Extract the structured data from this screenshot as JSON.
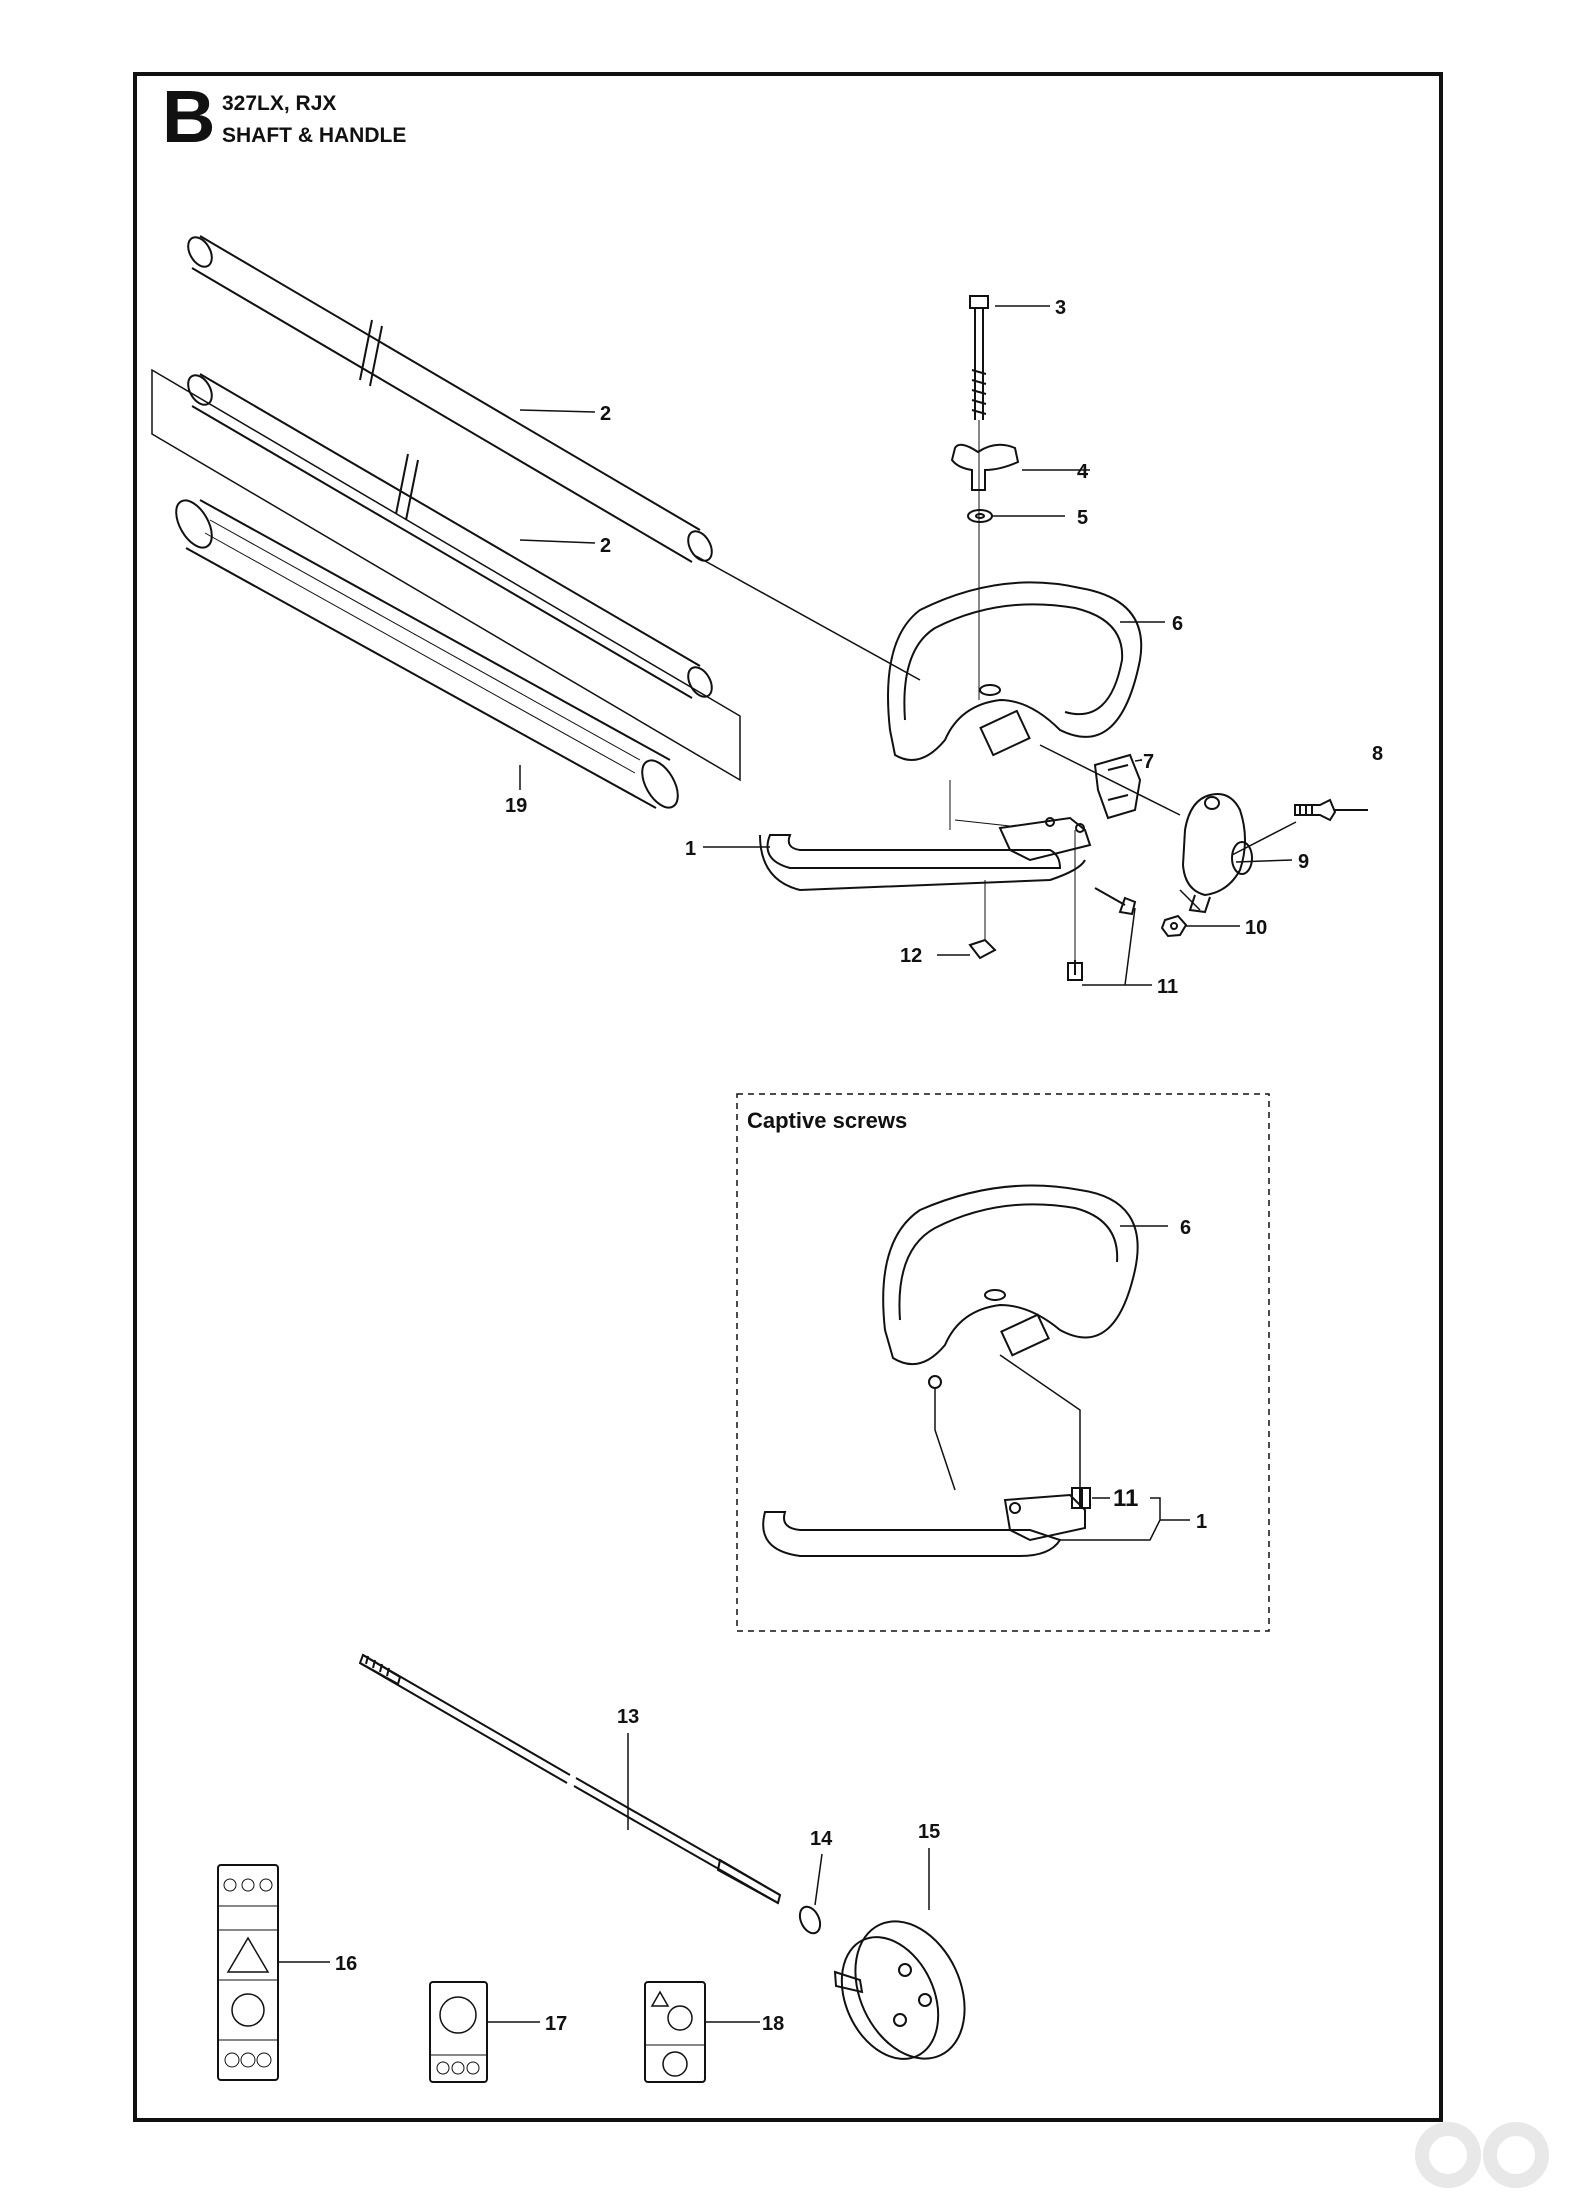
{
  "header": {
    "section_letter": "B",
    "model": "327LX, RJX",
    "title": "SHAFT & HANDLE"
  },
  "inset": {
    "title": "Captive screws"
  },
  "callouts": [
    {
      "id": "c2a",
      "label": "2"
    },
    {
      "id": "c2b",
      "label": "2"
    },
    {
      "id": "c3",
      "label": "3"
    },
    {
      "id": "c4",
      "label": "4"
    },
    {
      "id": "c5",
      "label": "5"
    },
    {
      "id": "c6",
      "label": "6"
    },
    {
      "id": "c7",
      "label": "7"
    },
    {
      "id": "c8",
      "label": "8"
    },
    {
      "id": "c9",
      "label": "9"
    },
    {
      "id": "c10",
      "label": "10"
    },
    {
      "id": "c11",
      "label": "11"
    },
    {
      "id": "c12",
      "label": "12"
    },
    {
      "id": "c19",
      "label": "19"
    },
    {
      "id": "c1",
      "label": "1"
    },
    {
      "id": "c6b",
      "label": "6"
    },
    {
      "id": "c11b",
      "label": "11"
    },
    {
      "id": "c1b",
      "label": "1"
    },
    {
      "id": "c13",
      "label": "13"
    },
    {
      "id": "c14",
      "label": "14"
    },
    {
      "id": "c15",
      "label": "15"
    },
    {
      "id": "c16",
      "label": "16"
    },
    {
      "id": "c17",
      "label": "17"
    },
    {
      "id": "c18",
      "label": "18"
    }
  ],
  "colors": {
    "ink": "#111111",
    "logo": "#e8e8e8"
  },
  "icons": {
    "logo": "watermark-logo-icon"
  }
}
